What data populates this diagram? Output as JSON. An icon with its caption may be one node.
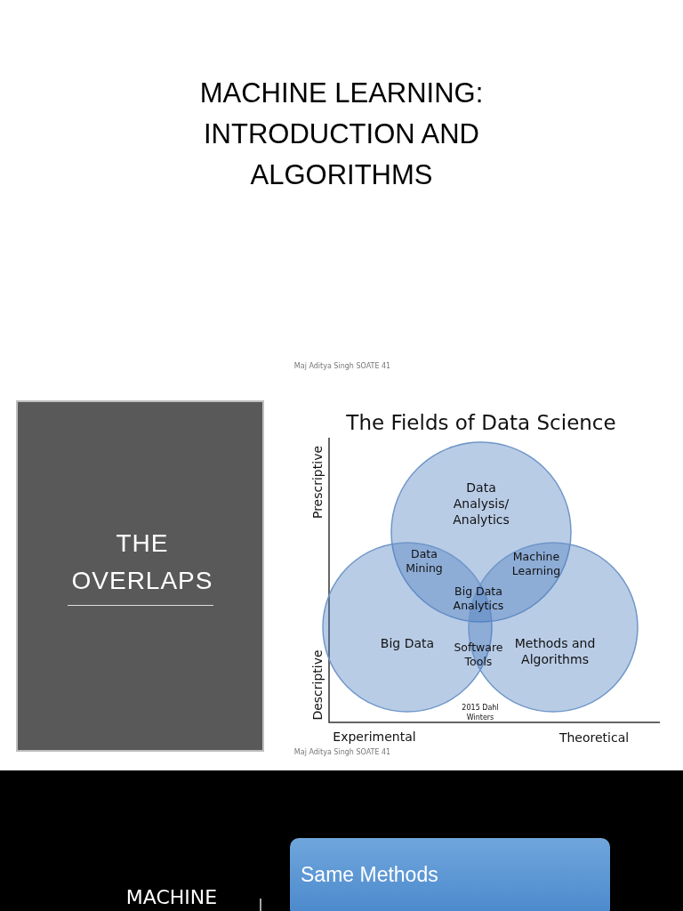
{
  "diagram": {
    "title": "MACHINE LEARNING: INTRODUCTION AND ALGORITHMS",
    "nodes": [
      {
        "text": [
          "THE OVERLAPS"
        ]
      },
      {
        "text": [
          "Data Analysis/ Analytics"
        ]
      },
      {
        "text": [
          "Big Data"
        ]
      },
      {
        "text": [
          "Methods and Algorithms"
        ]
      },
      {
        "text": [
          "Same Methods"
        ]
      }
    ],
    "labels": [
      "Maj Aditya Singh SOATE 41",
      "The Fields of Data Science",
      "Prescriptive",
      "Descriptive",
      "Data Mining",
      "Machine Learning",
      "Big Data Analytics",
      "Software Tools",
      "2015 Dahl Winters",
      "Experimental",
      "Theoretical",
      "Maj Aditya Singh SOATE 41",
      "MACHINE"
    ]
  }
}
